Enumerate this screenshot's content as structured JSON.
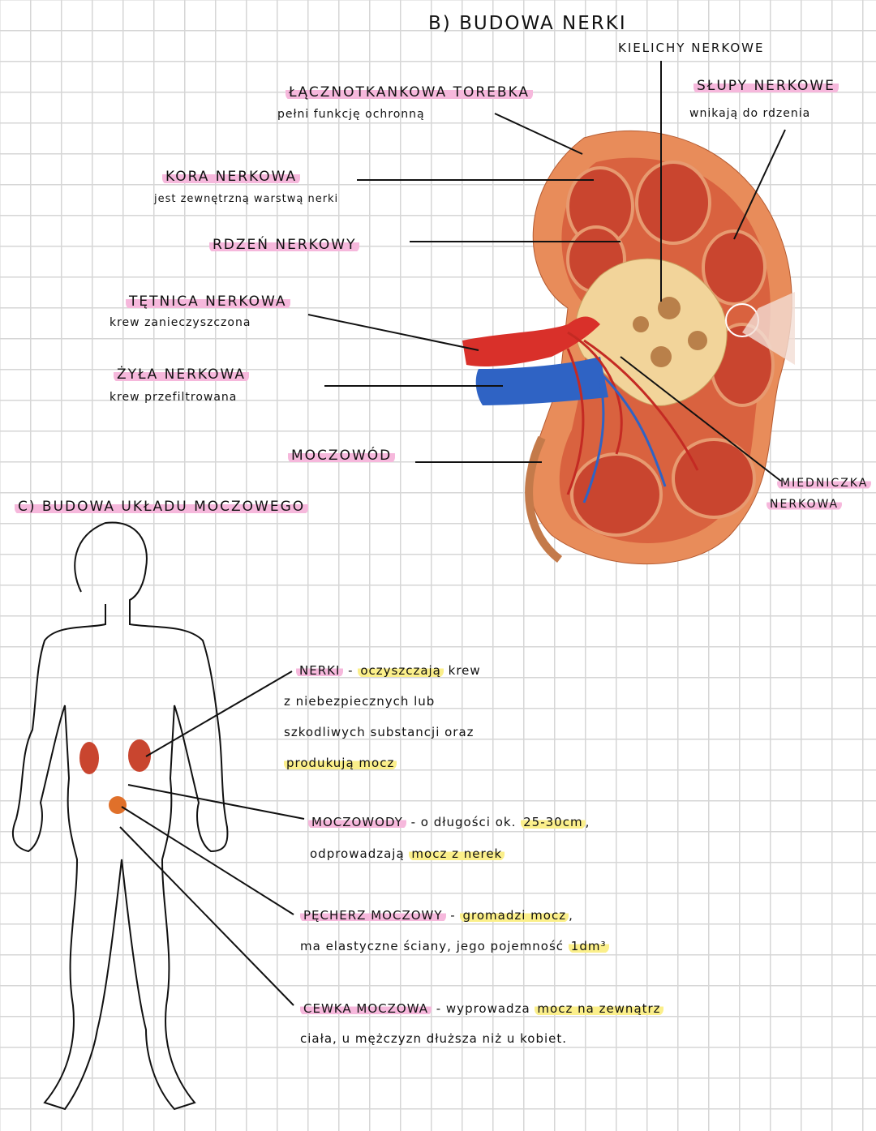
{
  "section_b": {
    "title": "b) BUDOWA NERKI",
    "labels": {
      "kielichy": "KIELICHY NERKOWE",
      "slupy": "SŁUPY NERKOWE",
      "slupy_desc": "wnikają do rdzenia",
      "torebka": "ŁĄCZNOTKANKOWA TOREBKA",
      "torebka_desc": "pełni funkcję ochronną",
      "kora": "KORA NERKOWA",
      "kora_desc": "jest zewnętrzną warstwą nerki",
      "rdzen": "RDZEŃ NERKOWY",
      "tetnica": "TĘTNICA NERKOWA",
      "tetnica_desc": "krew zanieczyszczona",
      "zyla": "ŻYŁA NERKOWA",
      "zyla_desc": "krew przefiltrowana",
      "moczowod": "MOCZOWÓD",
      "miedniczka_1": "MIEDNICZKA",
      "miedniczka_2": "NERKOWA"
    }
  },
  "section_c": {
    "title": "c) BUDOWA UKŁADU MOCZOWEGO",
    "nerki": {
      "term": "NERKI",
      "dash": " - ",
      "hl": "oczyszczają",
      "l1_rest": " krew",
      "l2": "z niebezpiecznych lub",
      "l3": "szkodliwych substancji oraz",
      "l4_hl": "produkują mocz"
    },
    "moczowody": {
      "term": "MOCZOWODY",
      "l1": " - o długości ok. ",
      "l1_hl": "25-30cm",
      "l1_end": ",",
      "l2": "odprowadzają ",
      "l2_hl": "mocz z nerek"
    },
    "pecherz": {
      "term": "PĘCHERZ MOCZOWY",
      "dash": " - ",
      "hl": "gromadzi mocz",
      "end": ",",
      "l2": "ma elastyczne ściany, jego pojemność ",
      "l2_hl": "1dm³"
    },
    "cewka": {
      "term": "CEWKA MOCZOWA",
      "l1": " - wyprowadza ",
      "l1_hl": "mocz na zewnątrz",
      "l2": "ciała, u mężczyzn dłuższa niż u kobiet."
    }
  },
  "colors": {
    "pink_highlight": "#f6b8dc",
    "yellow_highlight": "#fbef8a",
    "artery": "#d9302a",
    "vein": "#2f63c4",
    "cortex": "#e07a4a"
  }
}
